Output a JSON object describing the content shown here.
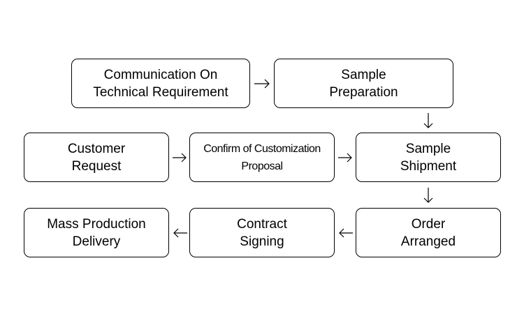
{
  "diagram": {
    "nodes": [
      {
        "id": "communication",
        "label": "Communication On\nTechnical Requirement"
      },
      {
        "id": "sample_preparation",
        "label": "Sample\nPreparation"
      },
      {
        "id": "sample_shipment",
        "label": "Sample\nShipment"
      },
      {
        "id": "confirm_proposal",
        "label": "Confirm of Customization\nProposal"
      },
      {
        "id": "customer_request",
        "label": "Customer\nRequest"
      },
      {
        "id": "order_arranged",
        "label": "Order\nArranged"
      },
      {
        "id": "contract_signing",
        "label": "Contract\nSigning"
      },
      {
        "id": "mass_production",
        "label": "Mass Production\nDelivery"
      }
    ],
    "edges": [
      {
        "from": "communication",
        "to": "sample_preparation",
        "direction": "right"
      },
      {
        "from": "sample_preparation",
        "to": "sample_shipment",
        "direction": "down"
      },
      {
        "from": "customer_request",
        "to": "confirm_proposal",
        "direction": "right"
      },
      {
        "from": "confirm_proposal",
        "to": "sample_shipment",
        "direction": "right"
      },
      {
        "from": "sample_shipment",
        "to": "order_arranged",
        "direction": "down"
      },
      {
        "from": "order_arranged",
        "to": "contract_signing",
        "direction": "left"
      },
      {
        "from": "contract_signing",
        "to": "mass_production",
        "direction": "left"
      }
    ],
    "colors": {
      "stroke": "#000000",
      "fill": "#ffffff",
      "text": "#000000"
    }
  }
}
